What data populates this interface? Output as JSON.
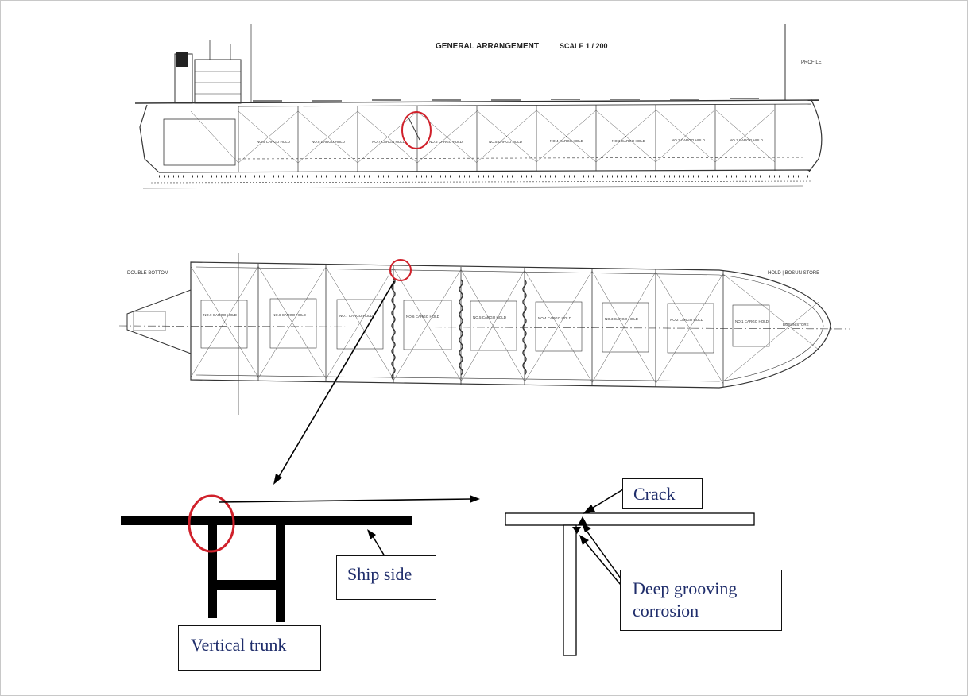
{
  "profile_view": {
    "title": "GENERAL   ARRANGEMENT",
    "scale": "SCALE  1 / 200",
    "profile_label": "PROFILE",
    "holds": [
      "NO.9 CARGO HOLD",
      "NO.8 CARGO HOLD",
      "NO.7 CARGO HOLD",
      "NO.6 CARGO HOLD",
      "NO.5 CARGO HOLD",
      "NO.4 CARGO HOLD",
      "NO.3 CARGO HOLD",
      "NO.2 CARGO HOLD",
      "NO.1 CARGO HOLD"
    ]
  },
  "plan_view": {
    "left_label": "DOUBLE BOTTOM",
    "right_label": "HOLD | BOSUN STORE",
    "holds": [
      "NO.9 CARGO HOLD",
      "NO.8 CARGO HOLD",
      "NO.7 CARGO HOLD",
      "NO.6 CARGO HOLD",
      "NO.5 CARGO HOLD",
      "NO.4 CARGO HOLD",
      "NO.3 CARGO HOLD",
      "NO.2 CARGO HOLD",
      "NO.1 CARGO HOLD"
    ],
    "bosun_store": "BOSUN STORE"
  },
  "labels": {
    "vertical_trunk": "Vertical trunk",
    "ship_side": "Ship side",
    "crack": "Crack",
    "corrosion_line1": "Deep grooving",
    "corrosion_line2": "corrosion"
  },
  "colors": {
    "highlight_circle": "#d0212b",
    "label_text": "#1f2d6b",
    "structure": "#000000"
  }
}
